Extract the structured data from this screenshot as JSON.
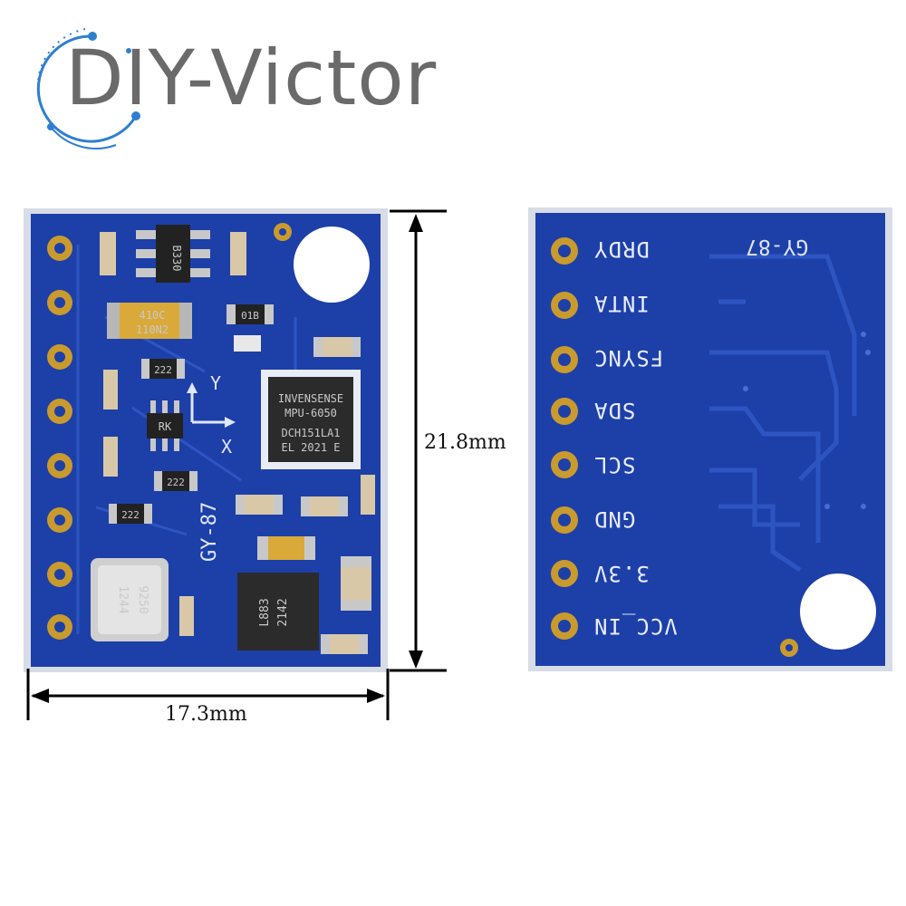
{
  "brand": {
    "name": "DIY-Victor",
    "logo_color": "#2f7fd0"
  },
  "dimensions": {
    "width": "17.3mm",
    "height": "21.8mm"
  },
  "front_board": {
    "board_label": "GY-87",
    "axis_x": "X",
    "axis_y": "Y",
    "chip_mpu_line1": "INVENSENSE",
    "chip_mpu_line2": "MPU-6050",
    "chip_mpu_line3": "DCH151LA1",
    "chip_mpu_line4": "EL 2021 E",
    "chip_b330": "B330",
    "tantalum_line1": "410C",
    "tantalum_line2": "110N2",
    "resistor_01b": "01B",
    "resistor_222": "222",
    "regulator_rk": "RK",
    "baro_line1": "1244",
    "baro_line2": "9250",
    "mag_line1": "L883",
    "mag_line2": "2142",
    "pcb_color": "#1d3fa8"
  },
  "back_board": {
    "board_label": "GY-87",
    "pins": [
      "DRDY",
      "INTA",
      "FSYNC",
      "SDA",
      "SCL",
      "GND",
      "3.3V",
      "VCC_IN"
    ]
  }
}
